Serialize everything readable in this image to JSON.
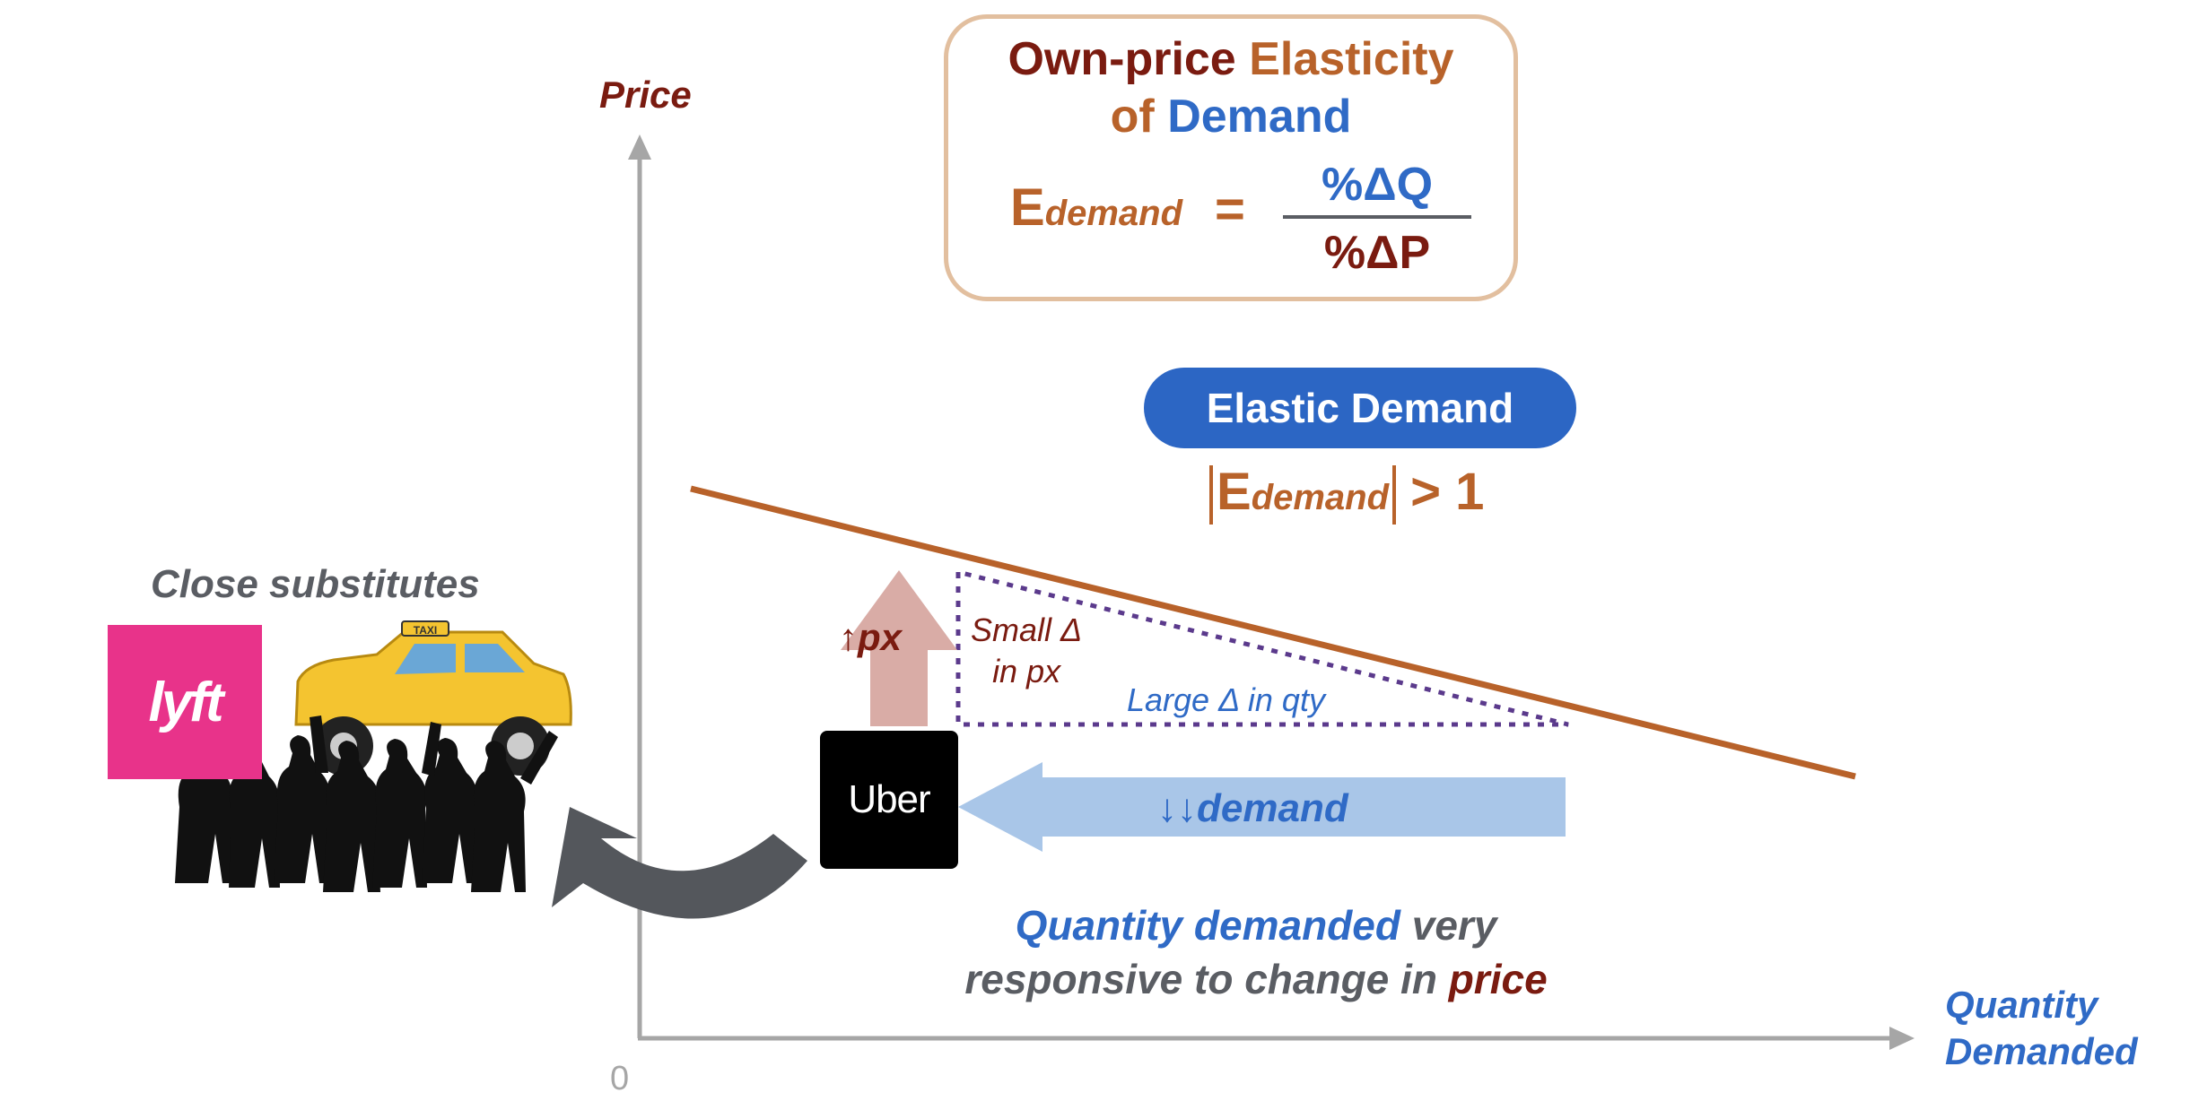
{
  "axes": {
    "y_label": "Price",
    "x_label_line1": "Quantity",
    "x_label_line2": "Demanded",
    "origin": "0"
  },
  "formula_box": {
    "title_part1": "Own-price",
    "title_part2": "Elasticity",
    "title_part3": "of",
    "title_part4": "Demand",
    "lhs_main": "E",
    "lhs_sub": "demand",
    "equals": "=",
    "numerator": "%ΔQ",
    "denominator": "%ΔP"
  },
  "elastic_badge": {
    "label": "Elastic Demand",
    "condition_main": "E",
    "condition_sub": "demand",
    "condition_rhs": "> 1"
  },
  "annotations": {
    "price_up": "↑px",
    "small_change_line1": "Small Δ",
    "small_change_line2": "in px",
    "large_change": "Large Δ in qty",
    "demand_drop": "↓↓demand",
    "substitutes": "Close substitutes",
    "bottom_part1": "Quantity demanded",
    "bottom_part2": "very",
    "bottom_part3": "responsive to change in",
    "bottom_part4": "price"
  },
  "logos": {
    "uber": "Uber",
    "lyft": "lyft",
    "taxi_sign": "TAXI"
  },
  "colors": {
    "maroon": "#7a1b10",
    "orange": "#b8622a",
    "blue": "#2f6ac6",
    "gray": "#5a5d63",
    "axis": "#a6a6a6",
    "demand_curve": "#b8622a",
    "dotted_triangle": "#5b3a8c",
    "price_arrow": "#d9aca6",
    "demand_arrow": "#a9c6e8",
    "substitute_arrow": "#54575c"
  }
}
